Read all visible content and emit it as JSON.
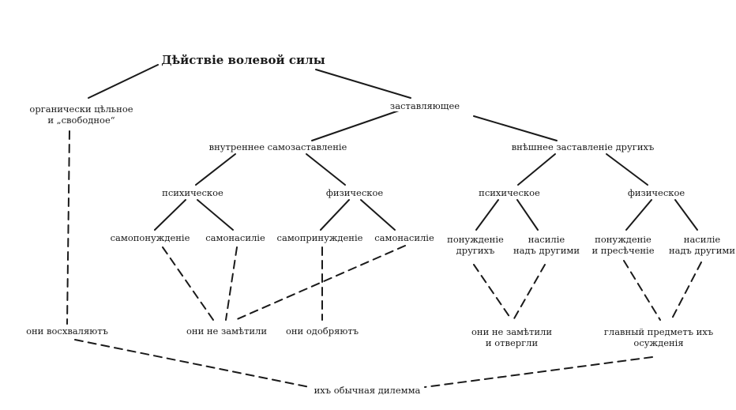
{
  "nodes": {
    "root": "Дѣйствіе волевой силы",
    "organic_1": "органически цѣльное",
    "organic_2": "и „свободное“",
    "compelling": "заставляющее",
    "internal": "внутреннее самозаставленіе",
    "external": "внѣшнее заставленіе другихъ",
    "int_psych": "психическое",
    "int_phys": "физическое",
    "ext_psych": "психическое",
    "ext_phys": "физическое",
    "self_coercion": "самопонужденіе",
    "self_violence_1": "самонасиліе",
    "self_compulsion": "самопринужденіе",
    "self_violence_2": "самонасиліе",
    "coercion_others_1": "понужденіе",
    "coercion_others_2": "другихъ",
    "violence_others_1": "насиліе",
    "violence_others_2": "надъ другими",
    "coercion_prevent_1": "понужденіе",
    "coercion_prevent_2": "и пресѣченіе",
    "violence_others_b_1": "насиліе",
    "violence_others_b_2": "надъ другими",
    "praise": "они восхваляютъ",
    "unnoticed": "они не замѣтили",
    "approve": "они одобряютъ",
    "unnoticed_rejected_1": "они не замѣтили",
    "unnoticed_rejected_2": "и отвергли",
    "main_subject_1": "главный предметъ ихъ",
    "main_subject_2": "осужденія",
    "dilemma": "ихъ обычная дилемма"
  },
  "style": {
    "ink": "#1a1a1a",
    "background": "#ffffff"
  }
}
